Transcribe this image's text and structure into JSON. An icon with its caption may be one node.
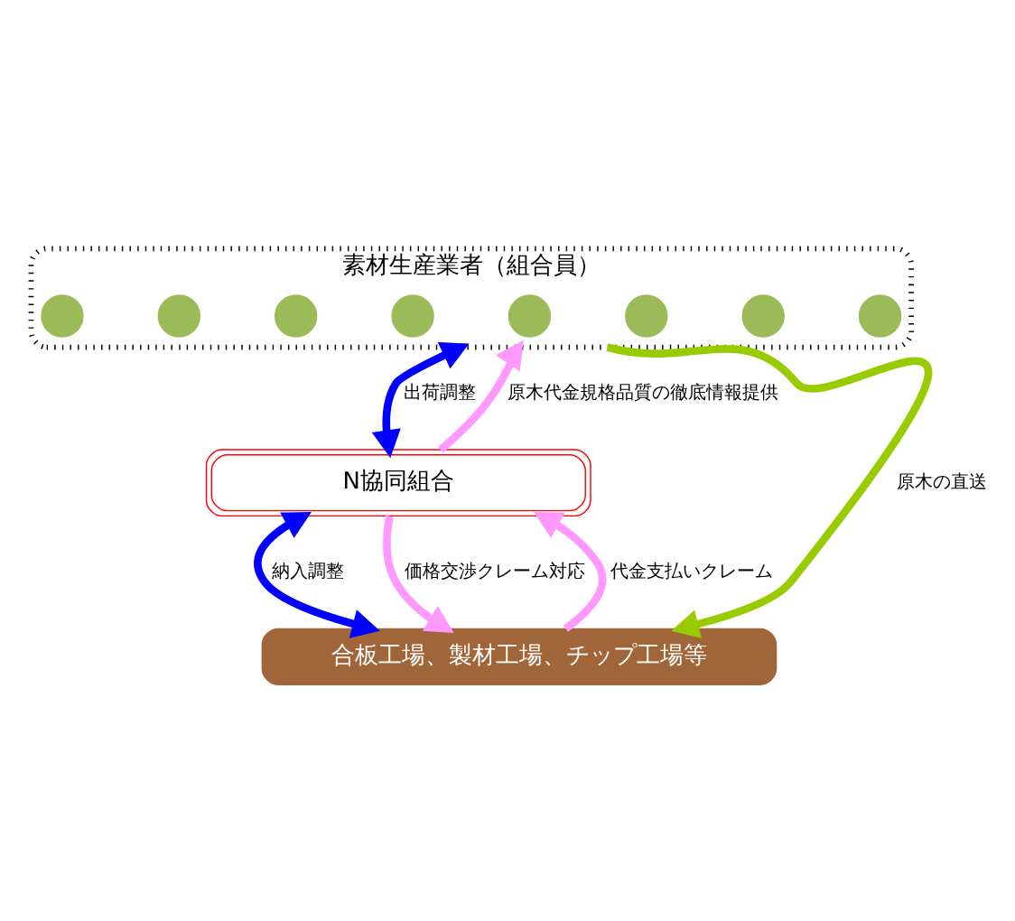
{
  "diagram": {
    "nodes": [
      {
        "text": [
          "素材生産業者（組合員）"
        ]
      },
      {
        "text": [],
        "shape": "circle",
        "in": 0
      },
      {
        "text": [],
        "shape": "circle",
        "in": 0
      },
      {
        "text": [],
        "shape": "circle",
        "in": 0
      },
      {
        "text": [],
        "shape": "circle",
        "in": 0
      },
      {
        "text": [],
        "shape": "circle",
        "in": 0
      },
      {
        "text": [],
        "shape": "circle",
        "in": 0
      },
      {
        "text": [],
        "shape": "circle",
        "in": 0
      },
      {
        "text": [],
        "shape": "circle",
        "in": 0
      },
      {
        "text": [
          "N協同組合"
        ]
      },
      {
        "text": [
          "合板工場、製材工場、チップ工場等"
        ]
      }
    ],
    "edges": [
      {
        "from": 0,
        "to": 10,
        "arrow": "to",
        "label": "原木の直送",
        "color": "#99cc00"
      },
      {
        "from": 0,
        "to": 9,
        "arrow": "both",
        "label": "出荷調整",
        "color": "#0000ff"
      },
      {
        "from": 9,
        "to": 0,
        "arrow": "to",
        "label": "原木代金規格品質の徹底情報提供"
      },
      {
        "from": 9,
        "to": 10,
        "arrow": "both",
        "label": "納入調整",
        "color": "#0000ff"
      },
      {
        "from": 9,
        "to": 10,
        "arrow": "to",
        "label": "価格交渉クレーム対応"
      },
      {
        "from": 10,
        "to": 9,
        "arrow": "to",
        "label": "代金支払いクレーム"
      }
    ]
  }
}
